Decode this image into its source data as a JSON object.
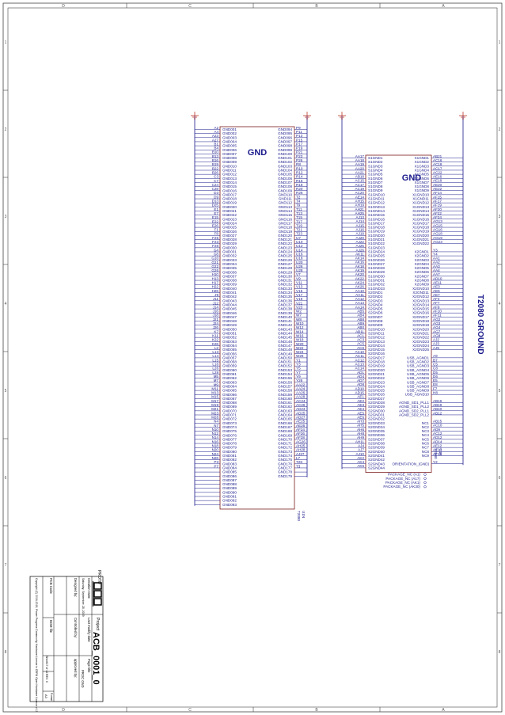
{
  "zones": {
    "top": [
      "D",
      "C",
      "B",
      "A"
    ],
    "side": [
      "1",
      "2",
      "3",
      "4",
      "5",
      "6",
      "7",
      "8"
    ]
  },
  "left_chip": {
    "gnd_label": "GND",
    "refdes": "U1N",
    "part": "T2080",
    "left_pins": [
      "A2",
      "A4",
      "A23",
      "A27",
      "B1",
      "B4",
      "B10",
      "B13",
      "B16",
      "B19",
      "B22",
      "B26",
      "C3",
      "C7",
      "C24",
      "C28",
      "D3",
      "D9",
      "D13",
      "D25",
      "E1",
      "E7",
      "E15",
      "E22",
      "E26",
      "F1",
      "F8",
      "F25",
      "F23",
      "F28",
      "G4",
      "G8",
      "G10",
      "G21",
      "G22",
      "G26",
      "H10",
      "H13",
      "H17",
      "H22",
      "H26",
      "J9",
      "J11",
      "J12",
      "J14",
      "J16",
      "J18",
      "J21",
      "J24",
      "J26",
      "K7",
      "K11",
      "K22",
      "K26",
      "L2",
      "L13",
      "L14",
      "L15",
      "L16",
      "L26",
      "L28",
      "M5",
      "M7",
      "M9",
      "M11",
      "M13",
      "M15",
      "M17",
      "M19",
      "M21",
      "M23",
      "M28",
      "N4",
      "N7",
      "N10",
      "N12",
      "N14",
      "N16",
      "N18",
      "N20",
      "N24",
      "N26",
      "P3",
      "P7"
    ],
    "left_nets": [
      "GND001",
      "GND002",
      "GND003",
      "GND004",
      "GND005",
      "GND006",
      "GND007",
      "GND008",
      "GND009",
      "GND010",
      "GND011",
      "GND012",
      "GND013",
      "GND014",
      "GND015",
      "GND016",
      "GND017",
      "GND018",
      "GND019",
      "GND020",
      "GND021",
      "GND022",
      "GND023",
      "GND024",
      "GND025",
      "GND026",
      "GND027",
      "GND028",
      "GND029",
      "GND030",
      "GND031",
      "GND032",
      "GND033",
      "GND034",
      "GND035",
      "GND036",
      "GND037",
      "GND038",
      "GND039",
      "GND040",
      "GND041",
      "GND042",
      "GND043",
      "GND044",
      "GND045",
      "GND046",
      "GND047",
      "GND048",
      "GND049",
      "GND050",
      "GND051",
      "GND052",
      "GND053",
      "GND054",
      "GND055",
      "GND056",
      "GND057",
      "GND058",
      "GND059",
      "GND060",
      "GND061",
      "GND062",
      "GND063",
      "GND064",
      "GND065",
      "GND066",
      "GND067",
      "GND068",
      "GND069",
      "GND070",
      "GND071",
      "GND072",
      "GND073",
      "GND074",
      "GND075",
      "GND076",
      "GND077",
      "GND078",
      "GND079",
      "GND080",
      "GND081",
      "GND082",
      "GND083",
      "GND084",
      "GND085",
      "GND086",
      "GND087",
      "GND088",
      "GND089",
      "GND090",
      "GND091",
      "GND092",
      "GND093"
    ],
    "right_nets": [
      "GND094",
      "GND095",
      "GND096",
      "GND097",
      "GND098",
      "GND099",
      "GND100",
      "GND101",
      "GND102",
      "GND103",
      "GND104",
      "GND105",
      "GND106",
      "GND107",
      "GND108",
      "GND109",
      "GND110",
      "GND111",
      "GND112",
      "GND113",
      "GND114",
      "GND115",
      "GND116",
      "GND117",
      "GND118",
      "GND119",
      "GND120",
      "GND121",
      "GND122",
      "GND123",
      "GND124",
      "GND125",
      "GND126",
      "GND127",
      "GND128",
      "GND129",
      "GND130",
      "GND131",
      "GND132",
      "GND133",
      "GND134",
      "GND135",
      "GND136",
      "GND137",
      "GND138",
      "GND139",
      "GND140",
      "GND141",
      "GND142",
      "GND143",
      "GND144",
      "GND145",
      "GND146",
      "GND147",
      "GND148",
      "GND149",
      "GND150",
      "GND151",
      "GND152",
      "GND153",
      "GND154",
      "GND155",
      "GND156",
      "GND157",
      "GND158",
      "GND159",
      "GND160",
      "GND161",
      "GND162",
      "GND163",
      "GND164",
      "GND165",
      "GND166",
      "GND167",
      "GND168",
      "GND169",
      "GND170",
      "GND171",
      "GND172",
      "GND173",
      "GND174",
      "GND175",
      "GND176",
      "GND177",
      "GND178",
      "GND179"
    ],
    "right_pins": [
      "P9",
      "P11",
      "P13",
      "P15",
      "P17",
      "P19",
      "P21",
      "P23",
      "P26",
      "R8",
      "R10",
      "R12",
      "R14",
      "R16",
      "R18",
      "R20",
      "R26",
      "T2",
      "T4",
      "T9",
      "T11",
      "T13",
      "T15",
      "T17",
      "T19",
      "T21",
      "T23",
      "U7",
      "U10",
      "U12",
      "U14",
      "U16",
      "U18",
      "U20",
      "U26",
      "U28",
      "V7",
      "V9",
      "V11",
      "V13",
      "V15",
      "V17",
      "V19",
      "V21",
      "V23",
      "W2",
      "W7",
      "W8",
      "W10",
      "W12",
      "W14",
      "W16",
      "W18",
      "W20",
      "W22",
      "W24",
      "W26",
      "Y1",
      "Y3",
      "Y5",
      "Y7",
      "Y9",
      "Y26",
      "AA22",
      "AA24",
      "AA26",
      "AA28",
      "AC24",
      "AC26",
      "AD23",
      "AD25",
      "AD27",
      "AE25",
      "AE26",
      "AF24",
      "AF26",
      "AF28",
      "AG26",
      "AH25",
      "AH28",
      "AJ27",
      "L7",
      "T28",
      "T3"
    ]
  },
  "right_chip": {
    "gnd_label": "GND",
    "refdes": "U1K",
    "part": "T2080",
    "left_pins": [
      "AA17",
      "AA18",
      "AA19",
      "AA20",
      "AA21",
      "AB18",
      "AC15",
      "AC17",
      "AC19",
      "AC20",
      "AE14",
      "AH15",
      "AH19",
      "AH21",
      "AH25",
      "AJ13",
      "AJ14",
      "AJ15",
      "AJ16",
      "AJ19",
      "AJ20",
      "AJ22",
      "AJ25",
      "AJ26",
      "AK11",
      "AK14",
      "AK16",
      "AK18",
      "AK19",
      "AK20",
      "AK22",
      "AK24",
      "AK26",
      "AA10",
      "AA11",
      "AA12",
      "AA13",
      "AA14",
      "AB5",
      "AB4",
      "AB8",
      "AB9",
      "AB0",
      "AB11",
      "AC1",
      "AC3",
      "AC5",
      "AC6",
      "AC10",
      "AC11",
      "AC12",
      "AC13",
      "AC14",
      "AD1",
      "AD4",
      "AD7",
      "AD8",
      "AD10",
      "AD15",
      "AE1",
      "AE2",
      "AE3",
      "AE4",
      "AE5",
      "AE6",
      "AH3",
      "AH5",
      "AH6",
      "AH8",
      "AH9",
      "AH11",
      "AJ4",
      "AJ7",
      "AJ10",
      "AK2",
      "AK4",
      "AK6",
      "AK10"
    ],
    "left_nets": [
      "S1GND1",
      "S1GND2",
      "S1GND3",
      "S1GND4",
      "S1GND5",
      "S1GND6",
      "S1GND7",
      "S1GND8",
      "S1GND9",
      "S1GND10",
      "S1GND11",
      "S1GND12",
      "S1GND13",
      "S1GND14",
      "S1GND15",
      "S1GND16",
      "S1GND17",
      "S1GND18",
      "S1GND19",
      "S1GND20",
      "S1GND21",
      "S1GND22",
      "S1GND23",
      "S1GND24",
      "S1GND25",
      "S1GND26",
      "S1GND27",
      "S1GND28",
      "S1GND29",
      "S1GND30",
      "S1GND31",
      "S1GND32",
      "S1GND33",
      "S2GND1",
      "S2GND2",
      "S2GND3",
      "S2GND4",
      "S2GND5",
      "S2GND6",
      "S2GND7",
      "S2GND8",
      "S2GND9",
      "S2GND10",
      "S2GND11",
      "S2GND12",
      "S2GND13",
      "S2GND14",
      "S2GND15",
      "S2GND16",
      "S2GND17",
      "S2GND18",
      "S2GND19",
      "S2GND20",
      "S2GND21",
      "S2GND22",
      "S2GND23",
      "S2GND24",
      "S2GND25",
      "S2GND26",
      "S2GND27",
      "S2GND28",
      "S2GND29",
      "S2GND30",
      "S2GND31",
      "S2GND32",
      "S2GND33",
      "S2GND34",
      "S2GND35",
      "S2GND36",
      "S2GND37",
      "S2GND38",
      "S2GND39",
      "S2GND40",
      "S2GND41",
      "S2GND42",
      "S2GND43",
      "S2GND44"
    ],
    "right_nets": [
      "X1GND1",
      "X1GND2",
      "X1GND3",
      "X1GND4",
      "X1GND5",
      "X1GND6",
      "X1GND7",
      "X1GND8",
      "X1GND9",
      "X1GND10",
      "X1GND11",
      "X1GND12",
      "X1GND13",
      "X1GND14",
      "X1GND15",
      "X1GND16",
      "X1GND17",
      "X1GND18",
      "X1GND19",
      "X1GND20",
      "X1GND21",
      "X1GND22",
      "",
      "X2GND1",
      "X2GND2",
      "X2GND3",
      "X2GND4",
      "X2GND5",
      "X2GND6",
      "X2GND7",
      "X2GND8",
      "X2GND9",
      "X2GND10",
      "X2GND11",
      "X2GND12",
      "X2GND13",
      "X2GND14",
      "X2GND15",
      "X2GND16",
      "X2GND17",
      "X2GND18",
      "X2GND19",
      "X2GND20",
      "X2GND21",
      "X2GND22",
      "X2GND23",
      "X2GND24",
      "X2GND25",
      "",
      "USB_AGND1",
      "USB_AGND2",
      "USB_AGND3",
      "USB_AGND4",
      "USB_AGND5",
      "USB_AGND6",
      "USB_AGND7",
      "USB_AGND8",
      "USB_AGND9",
      "USB_AGND10",
      "",
      "AGND_SD1_PLL1",
      "AGND_SD1_PLL2",
      "AGND_SD2_PLL1",
      "AGND_SD2_PLL2",
      "",
      "NC1",
      "NC2",
      "NC3",
      "NC4",
      "NC5",
      "NC6",
      "NC7",
      "NC8",
      "NC9",
      "",
      "ORIENTATION_(GND)"
    ],
    "right_pins": [
      "AB21",
      "AC16",
      "AC18",
      "AC17",
      "AC22",
      "AE16",
      "AE18",
      "AE20",
      "AE22",
      "AF14",
      "AF15",
      "AF17",
      "AF19",
      "AF20",
      "AF22",
      "AF24",
      "AG13",
      "AG15",
      "AG16",
      "AG18",
      "AG19",
      "AG23",
      "",
      "Y3",
      "Y4",
      "AA1",
      "AA2",
      "AA3",
      "AA4",
      "AA7",
      "AD10",
      "AE11",
      "AE3",
      "AE5",
      "AE7",
      "AF4",
      "AF7",
      "AF9",
      "AF10",
      "AF11",
      "AG2",
      "AG3",
      "AG4",
      "AG7",
      "AG8",
      "AJ2",
      "AJ3",
      "AJ5",
      "",
      "A9",
      "B7",
      "C5",
      "C8",
      "D5",
      "D6",
      "E5",
      "E8",
      "F7",
      "H8",
      "",
      "AB16",
      "AB19",
      "AB10",
      "AB12",
      "",
      "AB15",
      "AC10",
      "AD9",
      "AC12",
      "AD12",
      "AD14",
      "AE12",
      "AE13",
      "AF13",
      "",
      "Y2"
    ],
    "pkg_nc": [
      "PACKAGE_NC (A1)",
      "PACKAGE_NC (A17)",
      "PACKAGE_NC (AK1)",
      "PACKAGE_NC (AK30)"
    ],
    "ground_title": "T2080 GROUND"
  },
  "proto_label": "PROTO",
  "title_block": {
    "project_label": "Project",
    "project_value": "ACB_0001_0",
    "creation_date_label": "Creation Date",
    "creation_date_value": "Saturday, September 28, 2019",
    "last_modify_label": "Last modify date",
    "page_title_label": "Page title",
    "page_title_value": "PROC GND",
    "designed_label": "Designed by:",
    "controlled_label": "Controlled by:",
    "approved_label": "approved by:",
    "pcb_code_label": "PCB Code",
    "bom_file_label": "BOM file",
    "sheet_value": "Sheet17  of 42",
    "rev_value": "REV. 0",
    "format_label": "Format",
    "format_value": "A3",
    "copyright": "Copyright (C) 2016-2019, Power Progress Community, Hardware License is CERN Open Hardware Licence v1.2"
  },
  "colors": {
    "wire": "#1a1a8c",
    "body": "#7a1a1a",
    "gnd_symbol": "#c0392b"
  }
}
